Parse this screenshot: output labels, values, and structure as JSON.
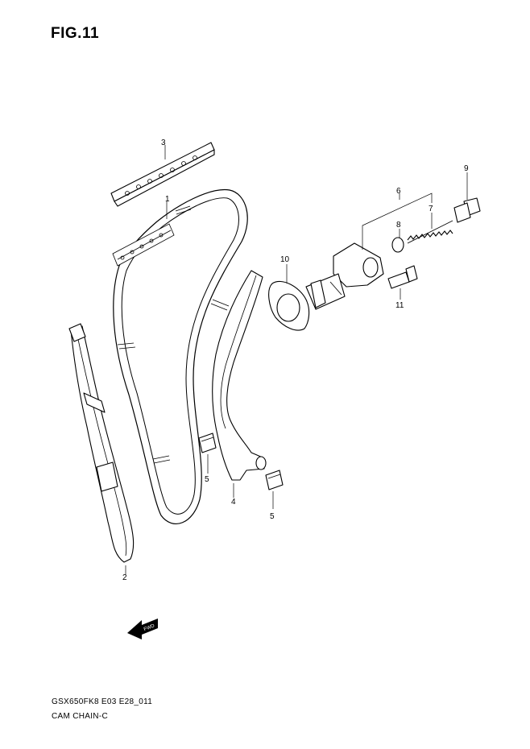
{
  "figure": {
    "title": "FIG.11",
    "model_code": "GSX650FK8 E03 E28_011",
    "group_name": "CAM CHAIN-C"
  },
  "callouts": [
    {
      "id": "1",
      "label": "1"
    },
    {
      "id": "2",
      "label": "2"
    },
    {
      "id": "3",
      "label": "3"
    },
    {
      "id": "4",
      "label": "4"
    },
    {
      "id": "5a",
      "label": "5"
    },
    {
      "id": "5b",
      "label": "5"
    },
    {
      "id": "6",
      "label": "6"
    },
    {
      "id": "7",
      "label": "7"
    },
    {
      "id": "8",
      "label": "8"
    },
    {
      "id": "9",
      "label": "9"
    },
    {
      "id": "10",
      "label": "10"
    },
    {
      "id": "11",
      "label": "11"
    }
  ],
  "direction_arrow": {
    "label": "FWD"
  }
}
